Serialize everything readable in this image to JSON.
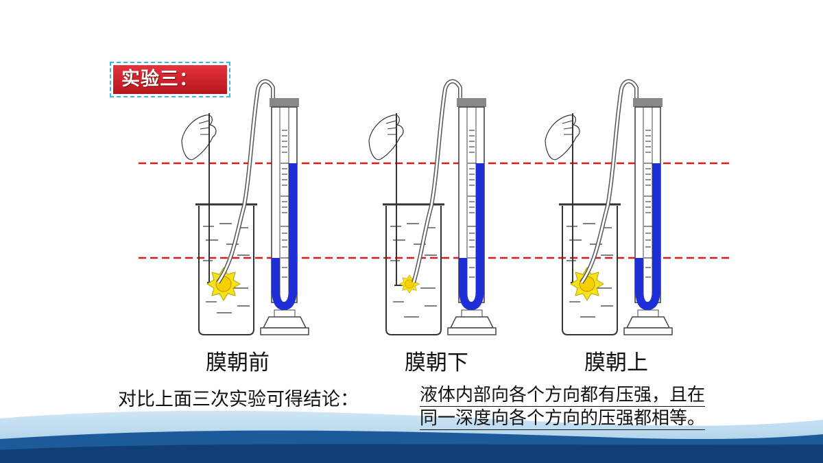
{
  "slide": {
    "title_badge": "实验三：",
    "captions": [
      "膜朝前",
      "膜朝下",
      "膜朝上"
    ],
    "conclusion_label": "对比上面三次实验可得结论：",
    "conclusion_lines": [
      "液体内部向各个方向都有压强，且在",
      "同一深度向各个方向的压强都相等。"
    ]
  },
  "colors": {
    "badge_red": "#d9222b",
    "badge_border": "#3bb6e6",
    "liquid_blue": "#1f2fd6",
    "guide_line": "#d61c1c",
    "membrane_yellow": "#f5e21a",
    "footer_blue": "#1d5a9a"
  },
  "icons": [
    "beaker-icon",
    "hand-icon",
    "u-tube-manometer-icon",
    "membrane-probe-icon"
  ]
}
